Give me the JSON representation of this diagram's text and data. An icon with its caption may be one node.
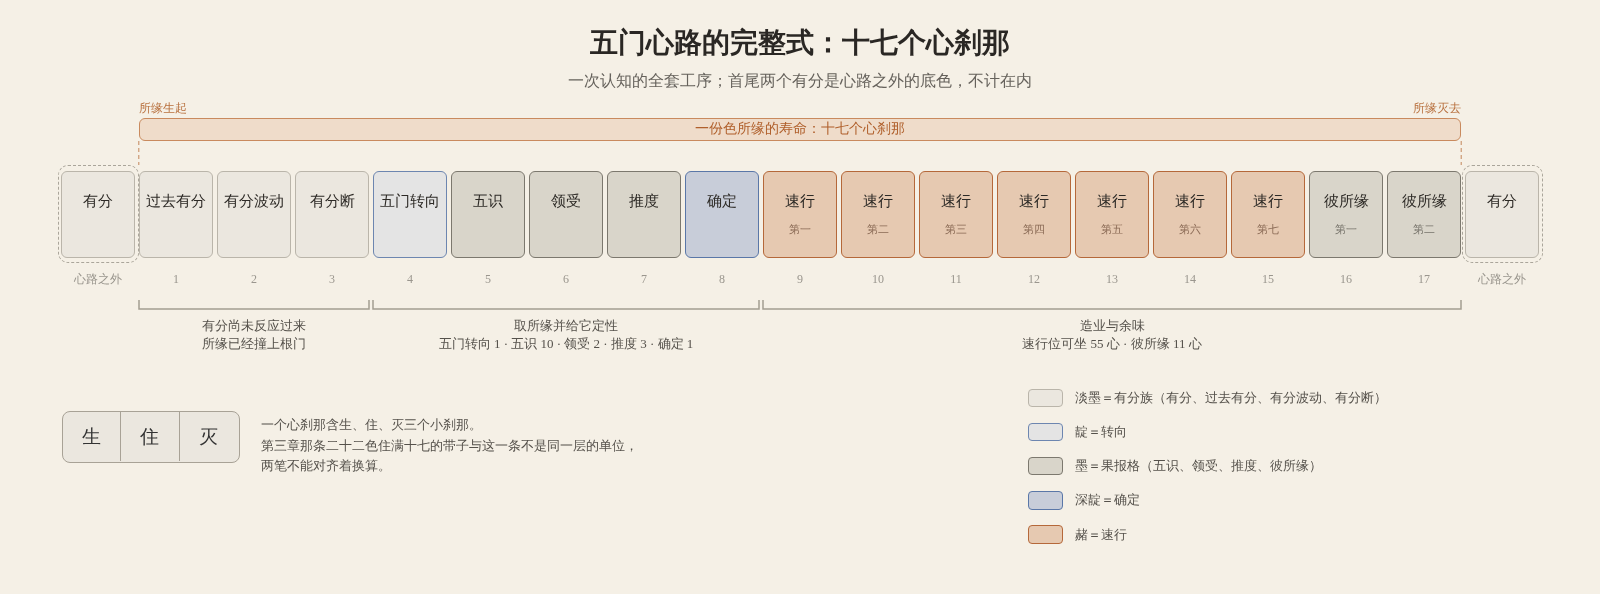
{
  "diagram": {
    "title": "五门心路的完整式：十七个心刹那",
    "nodes": [
      {
        "text": [
          "一份色所缘的寿命：十七个心刹那"
        ],
        "beside": [
          "所缘生起",
          "所缘灭去"
        ]
      },
      {
        "text": [],
        "shape": "box"
      },
      {
        "text": [
          "有分"
        ],
        "in": 1,
        "beside": [
          "心路之外"
        ]
      },
      {
        "text": [
          "过去有分"
        ],
        "beside": [
          "1"
        ]
      },
      {
        "text": [
          "有分波动"
        ],
        "beside": [
          "2"
        ]
      },
      {
        "text": [
          "有分断"
        ],
        "beside": [
          "3"
        ]
      },
      {
        "text": [
          "五门转向"
        ],
        "beside": [
          "4"
        ]
      },
      {
        "text": [
          "五识"
        ],
        "beside": [
          "5"
        ]
      },
      {
        "text": [
          "领受"
        ],
        "beside": [
          "6"
        ]
      },
      {
        "text": [
          "推度"
        ],
        "beside": [
          "7"
        ]
      },
      {
        "text": [
          "确定"
        ],
        "beside": [
          "8"
        ]
      },
      {
        "text": [
          "速行",
          "第一"
        ],
        "beside": [
          "9"
        ]
      },
      {
        "text": [
          "速行",
          "第二"
        ],
        "beside": [
          "10"
        ]
      },
      {
        "text": [
          "速行",
          "第三"
        ],
        "beside": [
          "11"
        ]
      },
      {
        "text": [
          "速行",
          "第四"
        ],
        "beside": [
          "12"
        ]
      },
      {
        "text": [
          "速行",
          "第五"
        ],
        "beside": [
          "13"
        ]
      },
      {
        "text": [
          "速行",
          "第六"
        ],
        "beside": [
          "14"
        ]
      },
      {
        "text": [
          "速行",
          "第七"
        ],
        "beside": [
          "15"
        ]
      },
      {
        "text": [
          "彼所缘",
          "第一"
        ],
        "beside": [
          "16"
        ]
      },
      {
        "text": [
          "彼所缘",
          "第二"
        ],
        "beside": [
          "17"
        ]
      },
      {
        "text": [],
        "shape": "box"
      },
      {
        "text": [
          "有分"
        ],
        "in": 20,
        "beside": [
          "心路之外"
        ]
      },
      {
        "text": [],
        "shape": "box"
      },
      {
        "text": [
          "生"
        ],
        "in": 22
      },
      {
        "text": [
          "住"
        ],
        "in": 22
      },
      {
        "text": [
          "灭"
        ],
        "in": 22
      }
    ],
    "edges": [
      {
        "from": 0,
        "to": 1,
        "arrow": "none",
        "style": "dashed"
      },
      {
        "from": 0,
        "to": 20,
        "arrow": "none",
        "style": "dashed"
      }
    ],
    "labels": [
      "一次认知的全套工序；首尾两个有分是心路之外的底色，不计在内",
      "有分尚未反应过来",
      "所缘已经撞上根门",
      "取所缘并给它定性",
      "五门转向 1 · 五识 10 · 领受 2 · 推度 3 · 确定 1",
      "造业与余味",
      "速行位可坐 55 心 · 彼所缘 11 心",
      "一个心刹那含生、住、灭三个小刹那。",
      "第三章那条二十二色住满十七的带子与这一条不是同一层的单位，两笔不能对齐着换算。"
    ],
    "legend": [
      {
        "text": "淡墨＝有分族（有分、过去有分、有分波动、有分断）",
        "color": "#ebe7df"
      },
      {
        "text": "靛＝转向",
        "color": "#e4e4e4"
      },
      {
        "text": "墨＝果报格（五识、领受、推度、彼所缘）",
        "color": "#d9d5ca"
      },
      {
        "text": "深靛＝确定",
        "color": "#c8cdd9"
      },
      {
        "text": "赭＝速行",
        "color": "#e6c9b1"
      }
    ]
  }
}
